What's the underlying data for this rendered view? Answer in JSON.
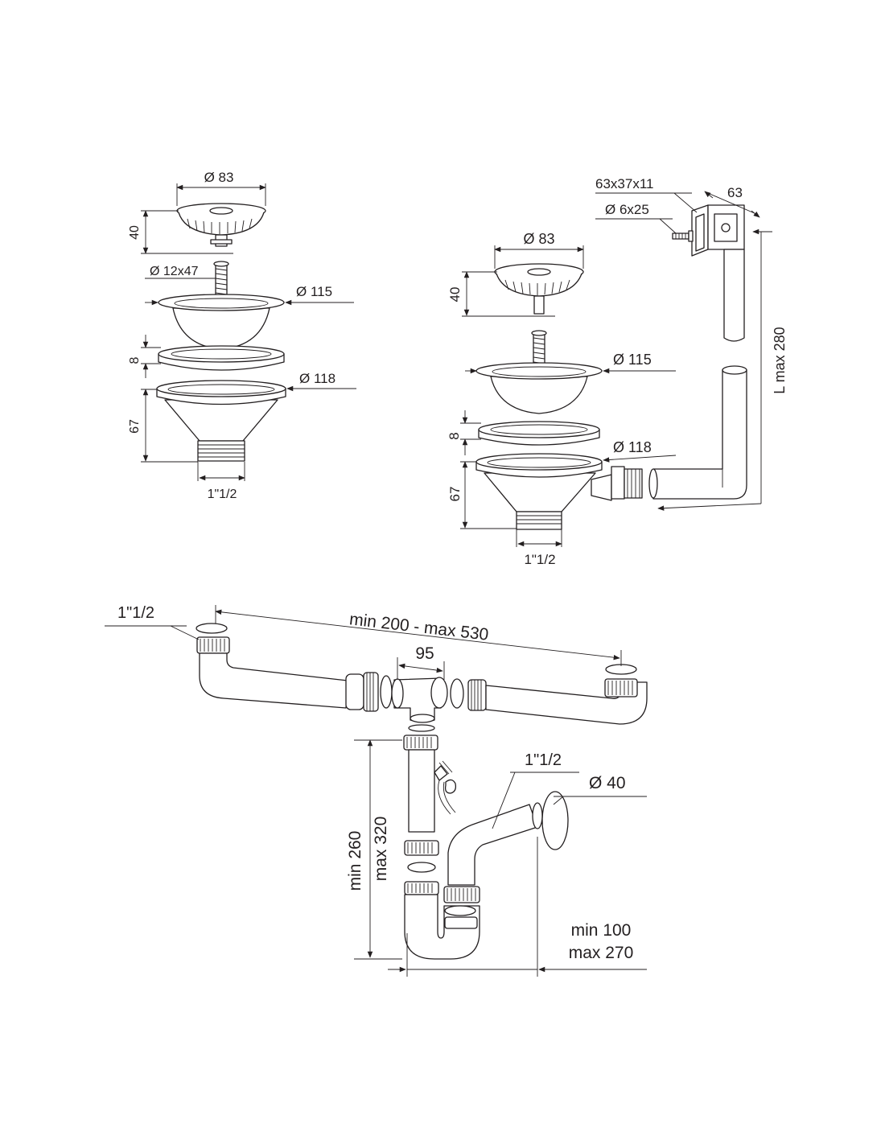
{
  "strainer_left": {
    "basket_diameter": "Ø 83",
    "basket_height": "40",
    "screw": "Ø 12x47",
    "flange_diameter": "Ø 115",
    "gasket_thickness": "8",
    "body_diameter": "Ø 118",
    "body_height": "67",
    "outlet_thread": "1\"1/2"
  },
  "strainer_right": {
    "overflow_plate": "63x37x11",
    "overflow_screw": "Ø 6x25",
    "overflow_width": "63",
    "basket_diameter": "Ø 83",
    "basket_height": "40",
    "flange_diameter": "Ø 115",
    "overflow_hose_length": "L max 280",
    "gasket_thickness": "8",
    "body_diameter": "Ø 118",
    "body_height": "67",
    "outlet_thread": "1\"1/2"
  },
  "siphon": {
    "inlet_thread": "1\"1/2",
    "span": "min 200 - max 530",
    "tee_spacing": "95",
    "outlet_thread": "1\"1/2",
    "outlet_diameter": "Ø 40",
    "height_min": "min 260",
    "height_max": "max 320",
    "offset_min": "min 100",
    "offset_max": "max 270"
  }
}
